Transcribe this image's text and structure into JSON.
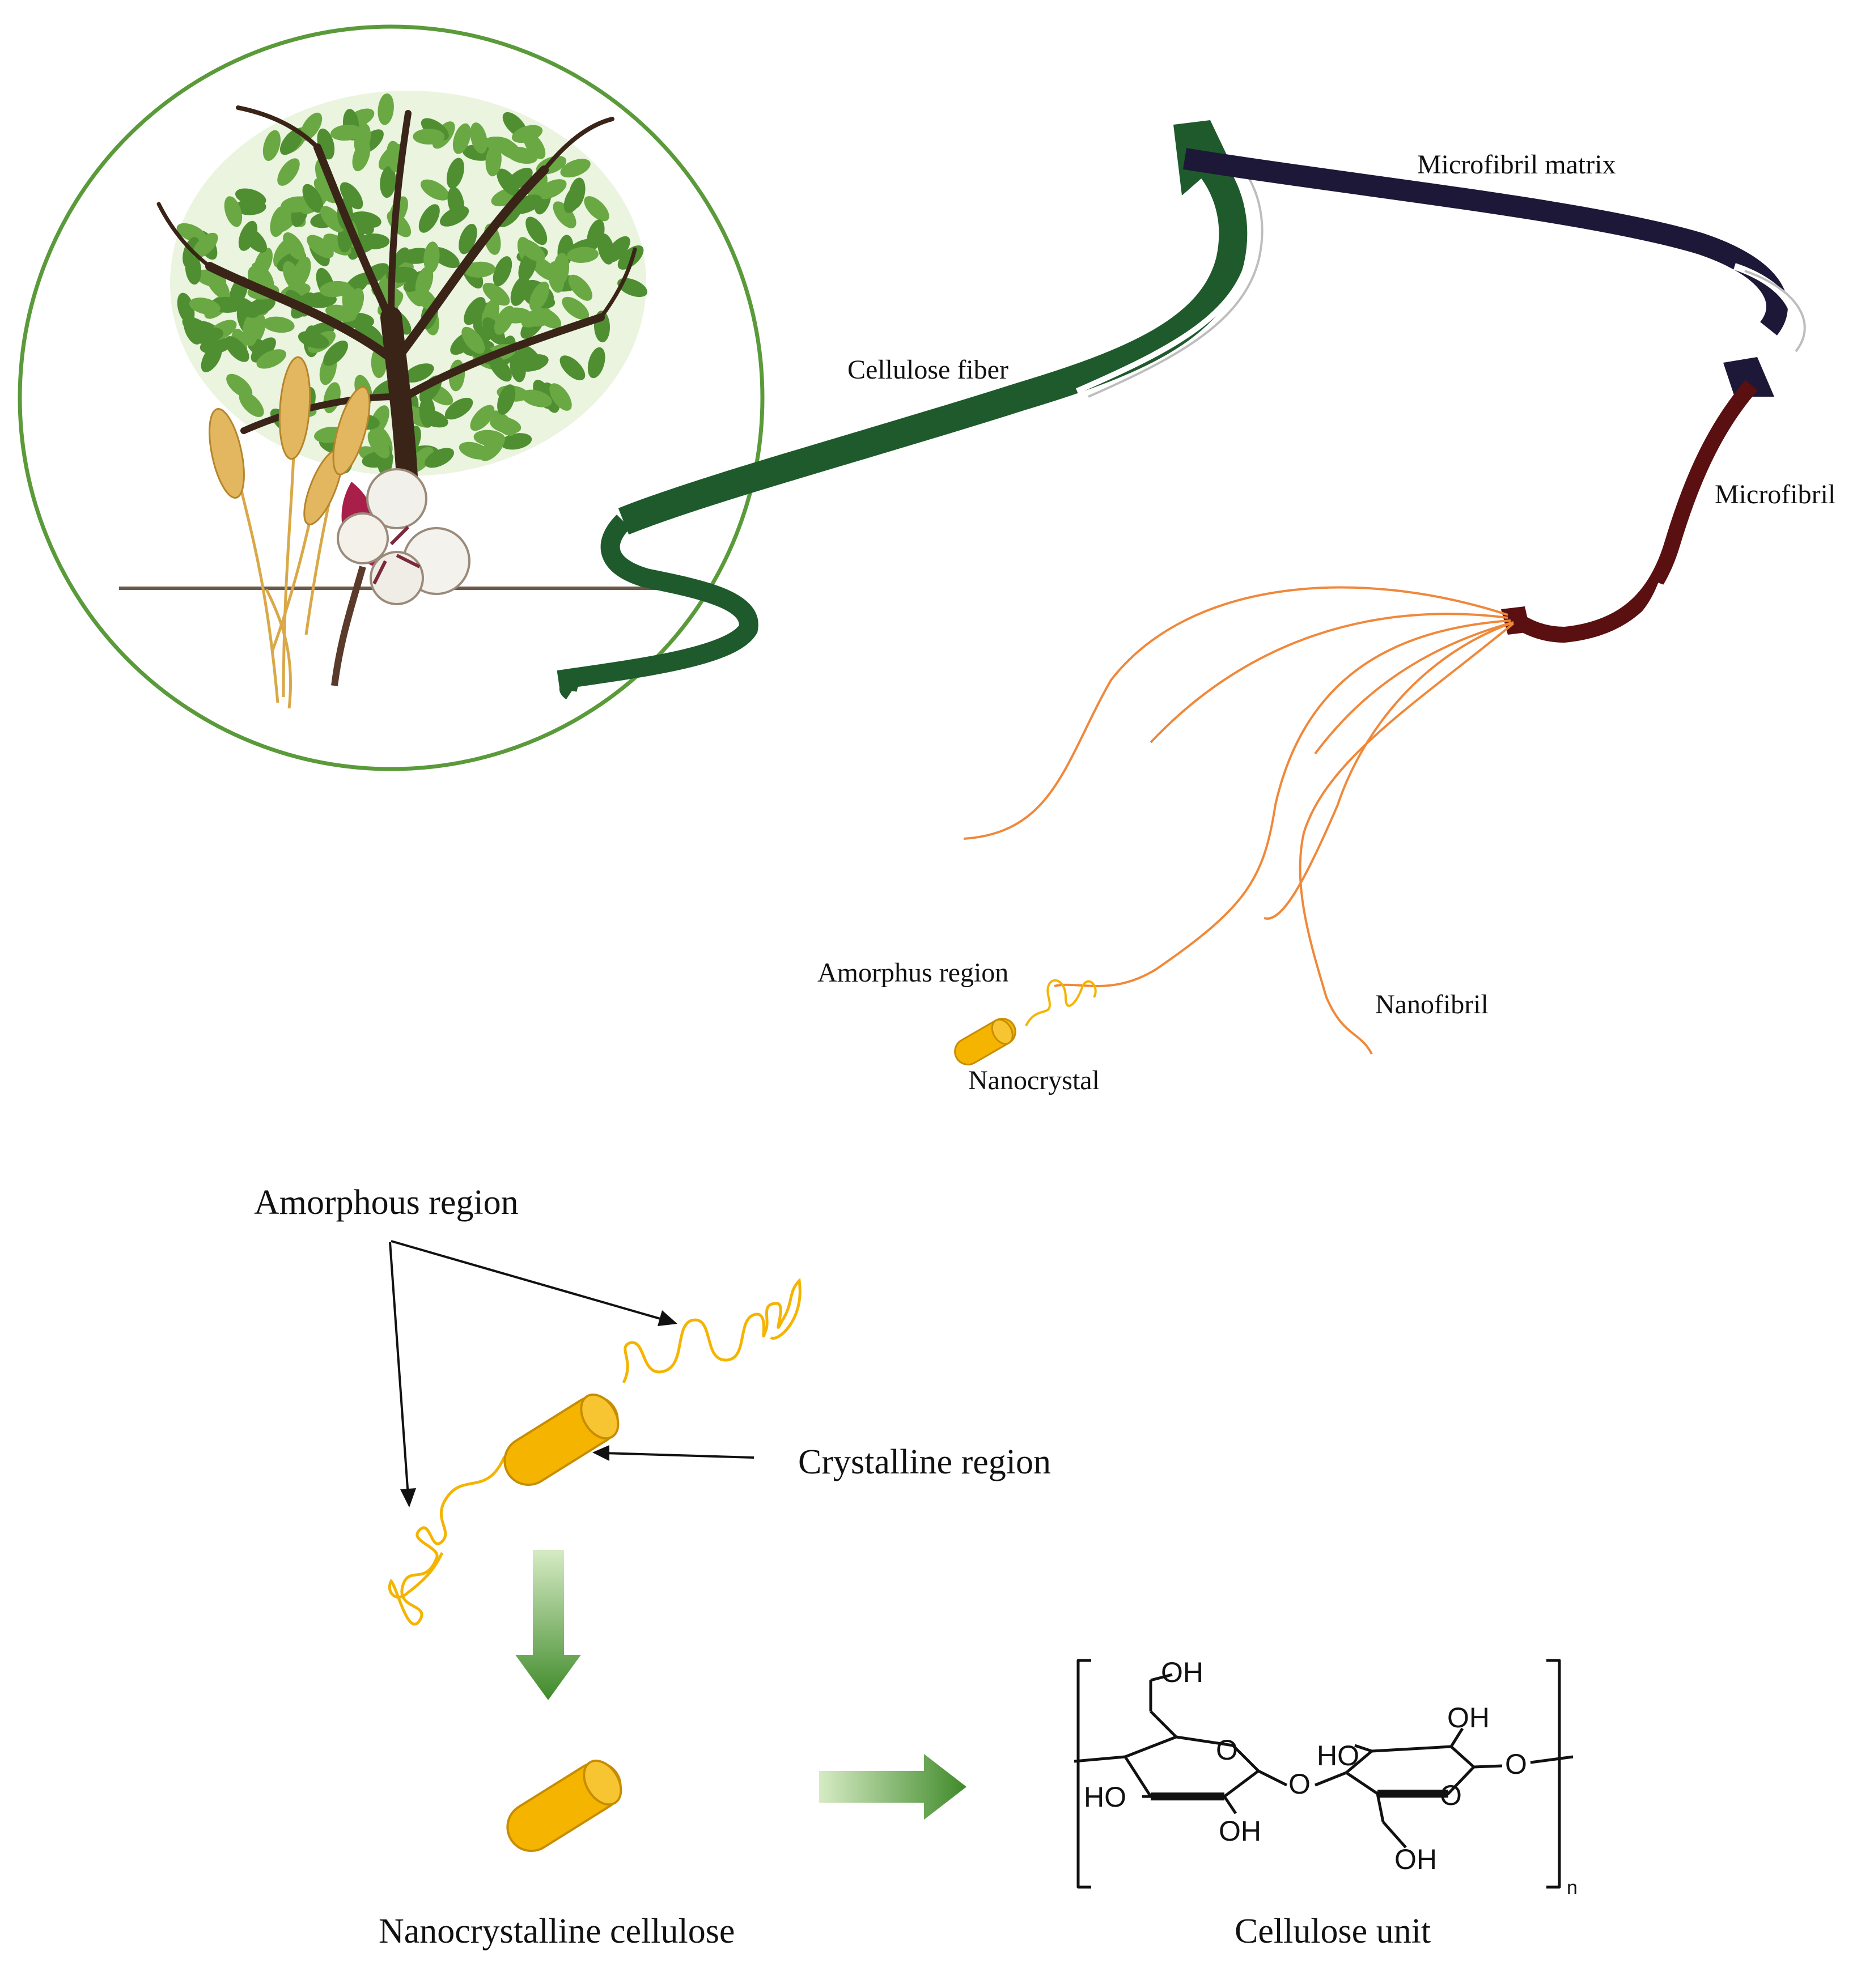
{
  "labels": {
    "microfibril_matrix": "Microfibril matrix",
    "cellulose_fiber": "Cellulose fiber",
    "microfibril": "Microfibril",
    "amorphus_region": "Amorphus region",
    "nanofibril": "Nanofibril",
    "nanocrystal": "Nanocrystal",
    "amorphous_region": "Amorphous region",
    "crystalline_region": "Crystalline region",
    "nanocrystalline_cellulose": "Nanocrystalline cellulose",
    "cellulose_unit": "Cellulose unit"
  },
  "chem": {
    "oh": "OH",
    "ho": "HO",
    "o": "O",
    "n": "n"
  },
  "colors": {
    "fiber_green": "#1f5a2c",
    "matrix_navy": "#1d1838",
    "microfibril_maroon": "#5a1010",
    "nanofibril_orange": "#f0883a",
    "crystal_yellow": "#f4b400",
    "circle_green": "#5a9a3a",
    "leaf_green": "#6aa843"
  }
}
